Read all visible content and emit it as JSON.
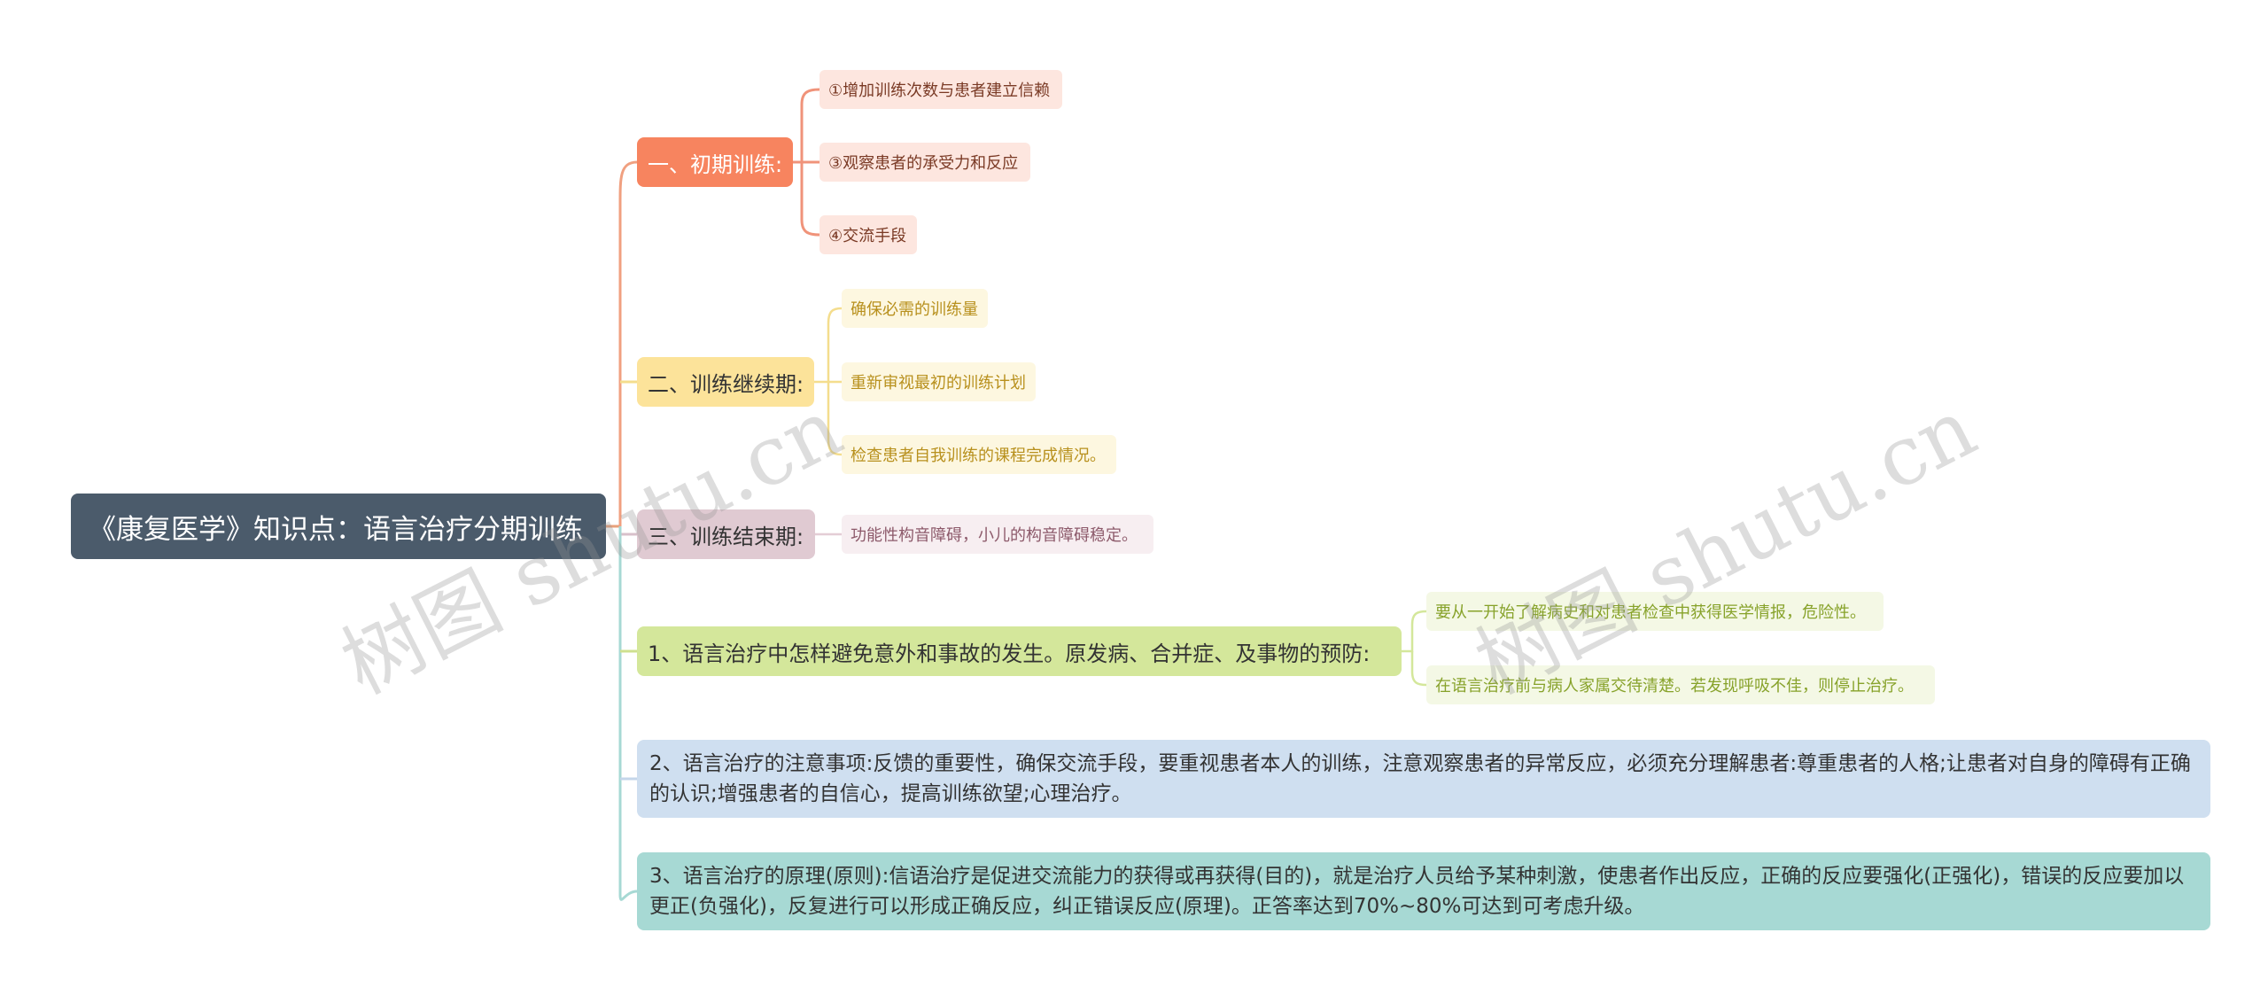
{
  "root": {
    "label": "《康复医学》知识点：语言治疗分期训练"
  },
  "branches": [
    {
      "label": "一、初期训练:",
      "children": [
        "①增加训练次数与患者建立信赖",
        "③观察患者的承受力和反应",
        "④交流手段"
      ]
    },
    {
      "label": "二、训练继续期:",
      "children": [
        "确保必需的训练量",
        "重新审视最初的训练计划",
        "检查患者自我训练的课程完成情况。"
      ]
    },
    {
      "label": "三、训练结束期:",
      "children": [
        "功能性构音障碍，小儿的构音障碍稳定。"
      ]
    },
    {
      "label": "1、语言治疗中怎样避免意外和事故的发生。原发病、合并症、及事物的预防:",
      "children": [
        "要从一开始了解病史和对患者检查中获得医学情报，危险性。",
        "在语言治疗前与病人家属交待清楚。若发现呼吸不佳，则停止治疗。"
      ]
    },
    {
      "label": "2、语言治疗的注意事项:反馈的重要性，确保交流手段，要重视患者本人的训练，注意观察患者的异常反应，必须充分理解患者:尊重患者的人格;让患者对自身的障碍有正确的认识;增强患者的自信心，提高训练欲望;心理治疗。"
    },
    {
      "label": "3、语言治疗的原理(原则):信语治疗是促进交流能力的获得或再获得(目的)，就是治疗人员给予某种刺激，使患者作出反应，正确的反应要强化(正强化)，错误的反应要加以更正(负强化)，反复进行可以形成正确反应，纠正错误反应(原理)。正答率达到70%~80%可达到可考虑升级。"
    }
  ],
  "watermark": [
    "树图 shutu.cn",
    "树图 shutu.cn"
  ],
  "colors": {
    "root": "#4b5b6b",
    "branch1": "#f7845f",
    "branch2": "#fce39a",
    "branch3": "#e0cad2",
    "branch4": "#d4e79b",
    "branch5": "#cfdff0",
    "branch6": "#a7d9d4"
  }
}
